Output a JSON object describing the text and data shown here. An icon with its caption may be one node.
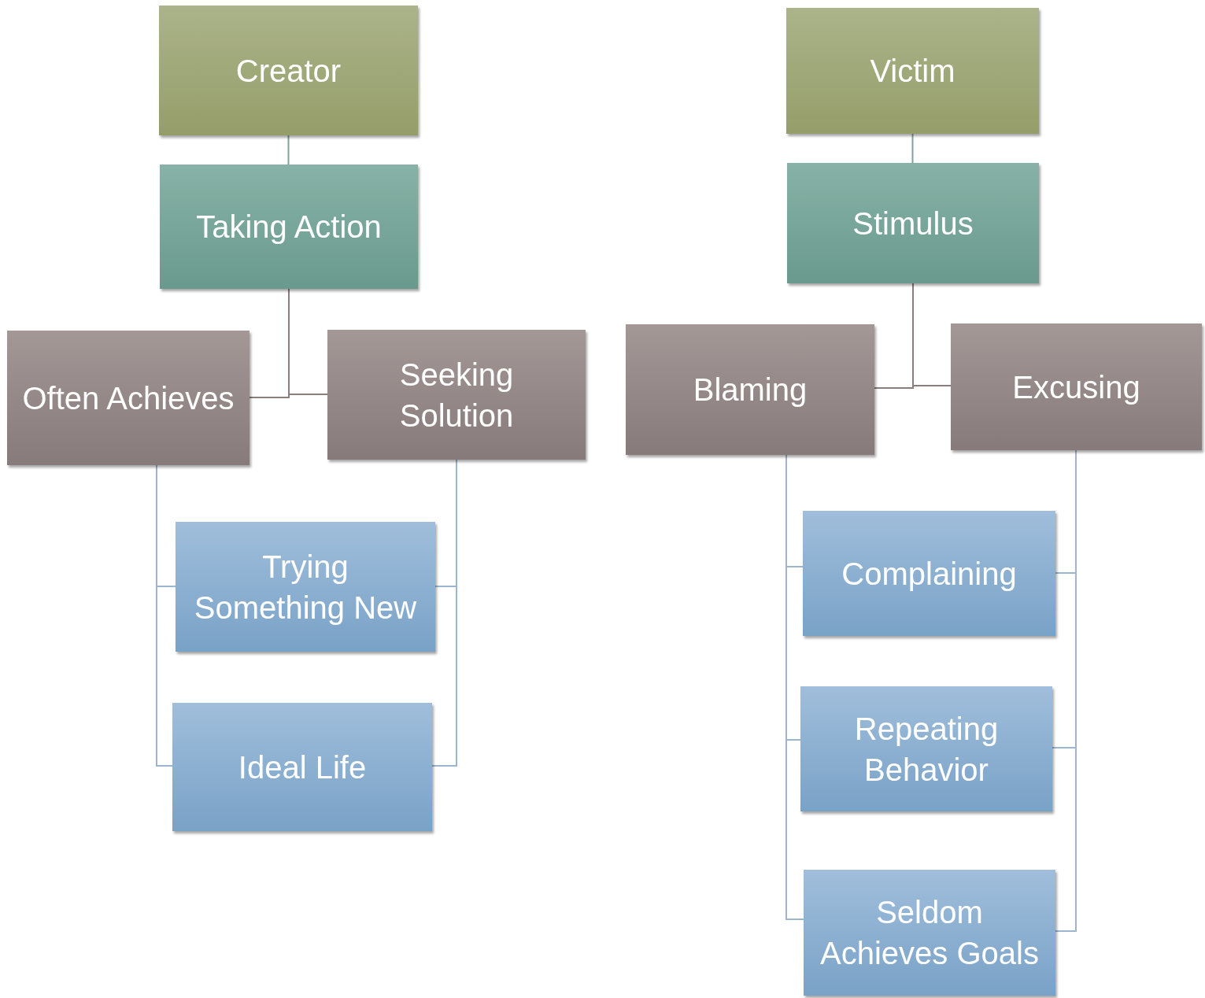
{
  "diagram": {
    "nodes": [
      {
        "text": [
          "Creator"
        ]
      },
      {
        "text": [
          "Taking Action"
        ]
      },
      {
        "text": [
          "Often Achieves"
        ]
      },
      {
        "text": [
          "Seeking Solution"
        ]
      },
      {
        "text": [
          "Trying Something New"
        ]
      },
      {
        "text": [
          "Ideal Life"
        ]
      },
      {
        "text": [
          "Victim"
        ]
      },
      {
        "text": [
          "Stimulus"
        ]
      },
      {
        "text": [
          "Blaming"
        ]
      },
      {
        "text": [
          "Excusing"
        ]
      },
      {
        "text": [
          "Complaining"
        ]
      },
      {
        "text": [
          "Repeating Behavior"
        ]
      },
      {
        "text": [
          "Seldom Achieves Goals"
        ]
      }
    ],
    "edges": [
      {
        "from": 0,
        "to": 1,
        "arrow": "none",
        "color": "#7fa39c"
      },
      {
        "from": 1,
        "to": 2,
        "arrow": "none",
        "color": "#8a7d7e"
      },
      {
        "from": 1,
        "to": 3,
        "arrow": "none",
        "color": "#8a7d7e"
      },
      {
        "from": 2,
        "to": 4,
        "arrow": "none"
      },
      {
        "from": 2,
        "to": 5,
        "arrow": "none"
      },
      {
        "from": 3,
        "to": 4,
        "arrow": "none"
      },
      {
        "from": 3,
        "to": 5,
        "arrow": "none"
      },
      {
        "from": 6,
        "to": 7,
        "arrow": "none",
        "color": "#7fa39c"
      },
      {
        "from": 7,
        "to": 8,
        "arrow": "none",
        "color": "#8a7d7e"
      },
      {
        "from": 7,
        "to": 9,
        "arrow": "none",
        "color": "#8a7d7e"
      },
      {
        "from": 8,
        "to": 10,
        "arrow": "none"
      },
      {
        "from": 8,
        "to": 11,
        "arrow": "none"
      },
      {
        "from": 8,
        "to": 12,
        "arrow": "none"
      },
      {
        "from": 9,
        "to": 10,
        "arrow": "none"
      },
      {
        "from": 9,
        "to": 11,
        "arrow": "none"
      },
      {
        "from": 9,
        "to": 12,
        "arrow": "none"
      }
    ]
  }
}
